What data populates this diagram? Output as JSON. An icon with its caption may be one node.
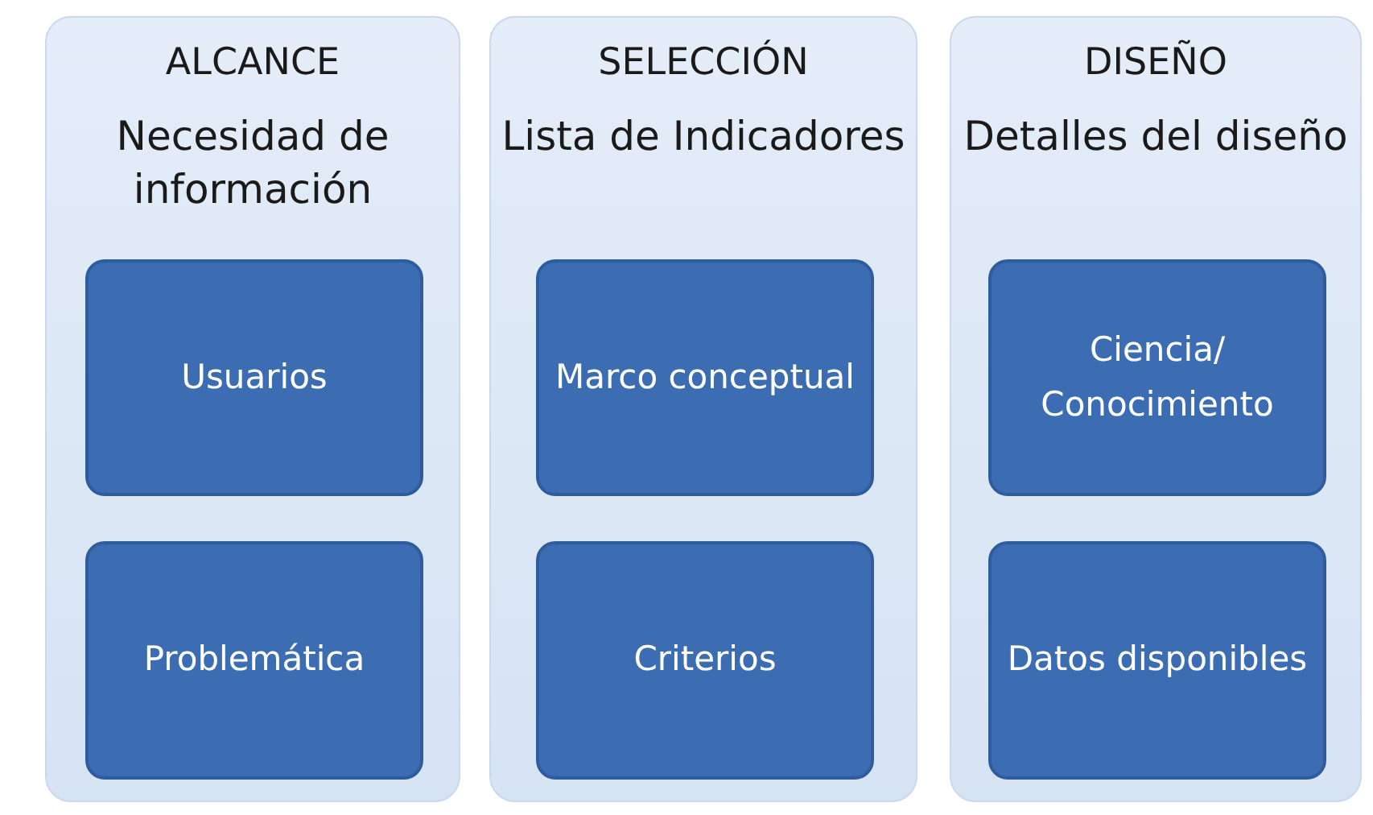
{
  "diagram": {
    "nodes": [
      {
        "text": [
          "ALCANCE",
          "Necesidad de información"
        ]
      },
      {
        "text": [
          "Usuarios"
        ],
        "in": 0
      },
      {
        "text": [
          "Problemática"
        ],
        "in": 0
      },
      {
        "text": [
          "SELECCIÓN",
          "Lista de Indicadores"
        ]
      },
      {
        "text": [
          "Marco conceptual"
        ],
        "in": 3
      },
      {
        "text": [
          "Criterios"
        ],
        "in": 3
      },
      {
        "text": [
          "DISEÑO",
          "Detalles del diseño"
        ]
      },
      {
        "text": [
          "Ciencia/ Conocimiento"
        ],
        "in": 6
      },
      {
        "text": [
          "Datos disponibles"
        ],
        "in": 6
      }
    ]
  }
}
